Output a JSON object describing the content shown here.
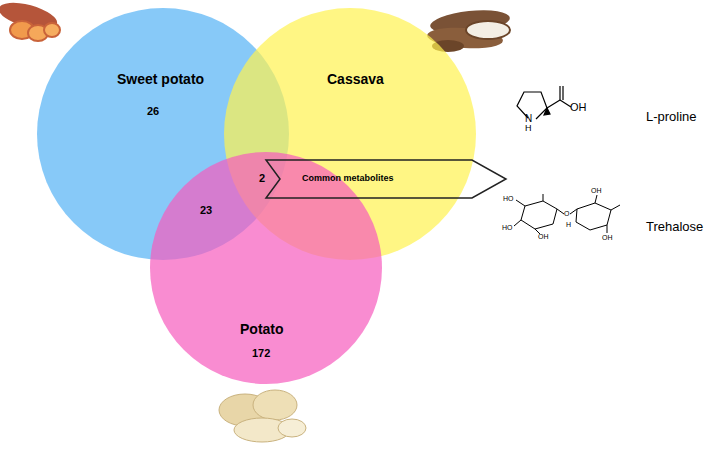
{
  "diagram": {
    "nodes": [
      {
        "text": [
          "Sweet potato",
          "26"
        ]
      },
      {
        "text": [
          "Cassava"
        ]
      },
      {
        "text": [
          "Potato",
          "172"
        ]
      },
      {
        "text": [
          "Common metabolites"
        ]
      }
    ],
    "labels": [
      "23",
      "2",
      "N",
      "H",
      "OH",
      "HO",
      "HO",
      "OH",
      "O",
      "OH",
      "H",
      "OH",
      "L-proline",
      "Trehalose"
    ]
  }
}
